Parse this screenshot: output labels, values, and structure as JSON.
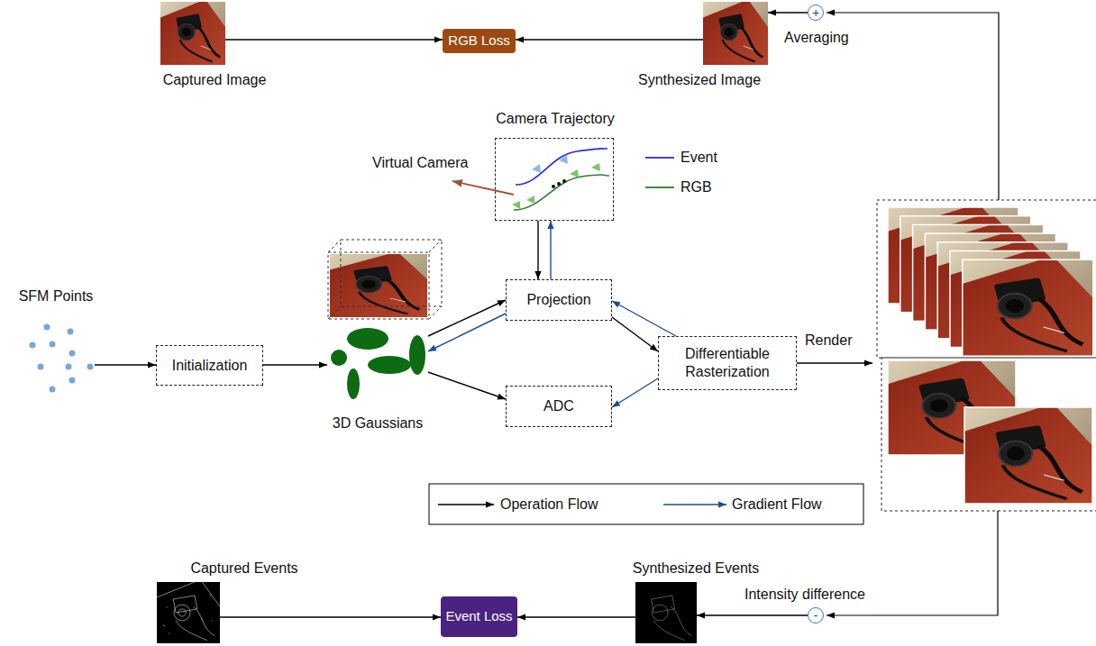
{
  "diagram": {
    "nodes": [
      {
        "text": [
          "Captured Image"
        ]
      },
      {
        "text": [
          "RGB Loss"
        ]
      },
      {
        "text": [
          "Synthesized Image"
        ]
      },
      {
        "text": [
          "+"
        ]
      },
      {
        "text": [
          "Camera Trajectory"
        ]
      },
      {
        "text": [
          "SFM Points"
        ]
      },
      {
        "text": [
          "Initialization"
        ]
      },
      {
        "text": [
          "3D Gaussians"
        ]
      },
      {
        "text": [
          "Projection"
        ]
      },
      {
        "text": [
          "ADC"
        ]
      },
      {
        "text": [
          "Differentiable Rasterization"
        ]
      },
      {
        "text": [
          "-"
        ]
      },
      {
        "text": [
          "Captured Events"
        ]
      },
      {
        "text": [
          "Event Loss"
        ]
      },
      {
        "text": [
          "Synthesized Events"
        ]
      }
    ],
    "edges": [
      {
        "from": 0,
        "to": 1,
        "arrow": "to"
      },
      {
        "from": 2,
        "to": 1,
        "arrow": "to"
      },
      {
        "from": 3,
        "to": 2,
        "arrow": "to"
      },
      {
        "from": 4,
        "to": 8,
        "arrow": "to"
      },
      {
        "from": 8,
        "to": 4,
        "arrow": "to"
      },
      {
        "from": 5,
        "to": 6,
        "arrow": "to"
      },
      {
        "from": 6,
        "to": 7,
        "arrow": "to"
      },
      {
        "from": 7,
        "to": 8,
        "arrow": "to"
      },
      {
        "from": 8,
        "to": 7,
        "arrow": "to"
      },
      {
        "from": 7,
        "to": 9,
        "arrow": "to"
      },
      {
        "from": 10,
        "to": 9,
        "arrow": "to"
      },
      {
        "from": 8,
        "to": 10,
        "arrow": "to"
      },
      {
        "from": 10,
        "to": 8,
        "arrow": "to"
      },
      {
        "from": 11,
        "to": 14,
        "arrow": "to"
      },
      {
        "from": 14,
        "to": 13,
        "arrow": "to"
      },
      {
        "from": 12,
        "to": 13,
        "arrow": "to"
      }
    ],
    "labels": [
      "Averaging",
      "Virtual Camera",
      "Render",
      "Intensity difference"
    ],
    "legend": [
      {
        "text": "Event"
      },
      {
        "text": "RGB"
      },
      {
        "text": "Operation Flow"
      },
      {
        "text": "Gradient Flow"
      }
    ]
  }
}
